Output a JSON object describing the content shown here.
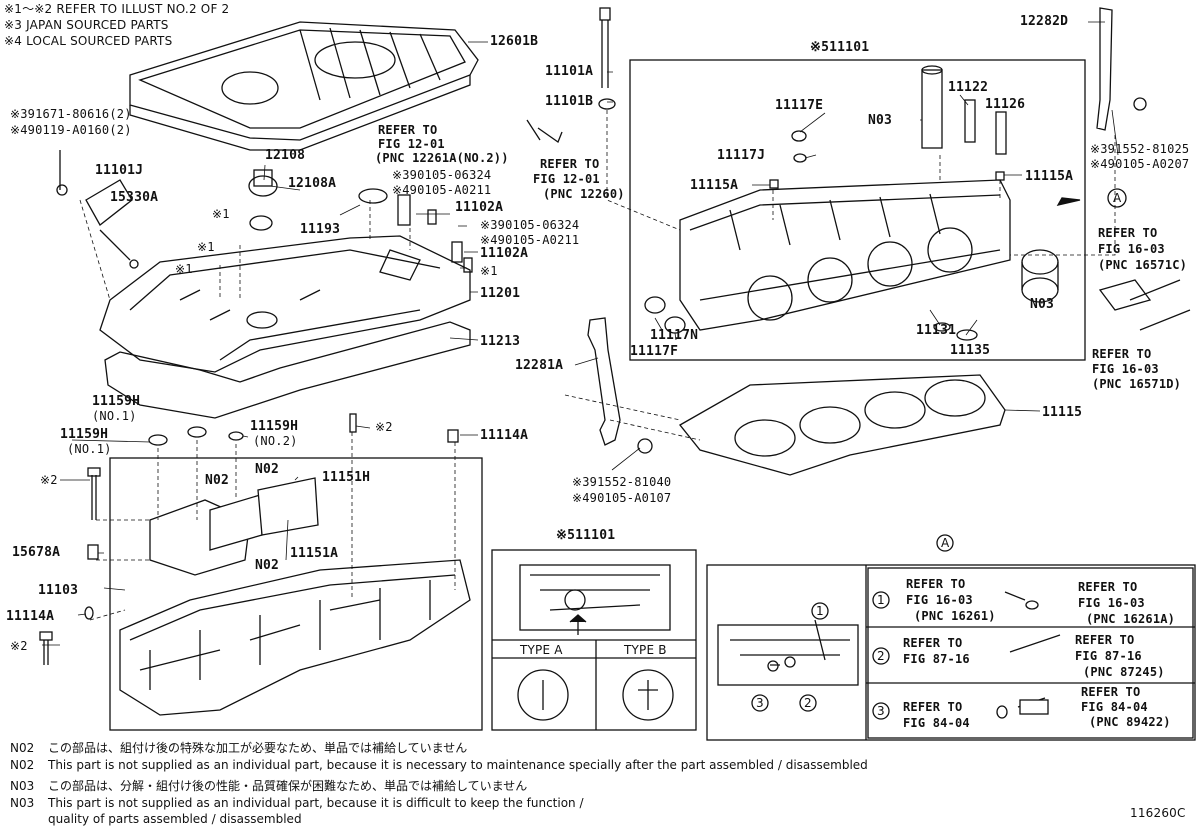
{
  "header_notes": [
    "※1～※2  REFER TO ILLUST NO.2 OF 2",
    "※3 JAPAN SOURCED PARTS",
    "※4 LOCAL SOURCED PARTS"
  ],
  "labels": {
    "p12601B": "12601B",
    "p11101A_bolt": "11101A",
    "p11101B": "11101B",
    "p12282D": "12282D",
    "p11101_main": "※511101",
    "p11117E": "11117E",
    "p11122": "11122",
    "p11126": "11126",
    "pN03_top": "N03",
    "p11117J": "11117J",
    "p11115A_l": "11115A",
    "p11115A_r": "11115A",
    "ref_391552_a": "※391552-81025",
    "ref_490105_a": "※490105-A0207",
    "ref_391671": "※391671-80616(2)",
    "ref_490119": "※490119-A0160(2)",
    "p12108": "12108",
    "p12108A": "12108A",
    "p11101J": "11101J",
    "p15330A": "15330A",
    "ref_390105_1": "※390105-06324",
    "ref_490105_1": "※490105-A0211",
    "p11102A_a": "11102A",
    "ref_390105_2": "※390105-06324",
    "ref_490105_2": "※490105-A0211",
    "p11193": "11193",
    "x1_a": "※1",
    "x1_b": "※1",
    "x1_c": "※1",
    "x1_d": "※1",
    "p11102A_b": "11102A",
    "p11201": "11201",
    "p11213": "11213",
    "p11117N": "11117N",
    "p11117F": "11117F",
    "pN03_mid": "N03",
    "p11131": "11131",
    "p11135": "11135",
    "p12281A": "12281A",
    "p11115": "11115",
    "ref_391552_b": "※391552-81040",
    "ref_490105_b": "※490105-A0107",
    "p11159H_no1_a": "11159H",
    "no1_a": "(NO.1)",
    "p11159H_no1_b": "11159H",
    "no1_b": "(NO.1)",
    "p11159H_no2": "11159H",
    "no2": "(NO.2)",
    "x2_a": "※2",
    "p11114A_a": "11114A",
    "pN02_a": "N02",
    "pN02_b": "N02",
    "pN02_c": "N02",
    "x2_b": "※2",
    "p11151H": "11151H",
    "p15678A": "15678A",
    "p11151A": "11151A",
    "p11103": "11103",
    "p11114A_b": "11114A",
    "x2_c": "※2",
    "inset_title": "※511101",
    "type_a": "TYPE A",
    "type_b": "TYPE B",
    "callout_A_label": "A",
    "callout_A_arrow": "A",
    "circle1": "1",
    "circle2": "2",
    "circle3": "3",
    "c_1": "1",
    "c_2": "2",
    "c_3": "3",
    "footer_code": "116260C"
  },
  "refer_notes": {
    "fig1201_a": [
      "REFER TO",
      "FIG 12-01",
      "(PNC 12261A(NO.2))"
    ],
    "fig1201_b": [
      "REFER TO",
      "FIG 12-01",
      "(PNC 12260)"
    ],
    "fig1603_a": [
      "REFER TO",
      "FIG 16-03",
      "(PNC 16571C)"
    ],
    "fig1603_b": [
      "REFER TO",
      "FIG 16-03",
      "(PNC 16571D)"
    ],
    "r1_left": [
      "REFER TO",
      "FIG 16-03",
      "(PNC 16261)"
    ],
    "r1_right": [
      "REFER TO",
      "FIG 16-03",
      "(PNC 16261A)"
    ],
    "r2_left": [
      "REFER TO",
      "FIG 87-16"
    ],
    "r2_right": [
      "REFER TO",
      "FIG 87-16",
      "(PNC 87245)"
    ],
    "r3_left": [
      "REFER TO",
      "FIG 84-04"
    ],
    "r3_right": [
      "REFER TO",
      "FIG 84-04",
      "(PNC 89422)"
    ]
  },
  "footnotes": [
    {
      "code": "N02",
      "text": "この部品は、組付け後の特殊な加工が必要なため、単品では補給していません"
    },
    {
      "code": "N02",
      "text": "This part is not supplied as an individual part, because it is necessary to maintenance specially after the part assembled / disassembled"
    },
    {
      "code": "N03",
      "text": "この部品は、分解・組付け後の性能・品質確保が困難なため、単品では補給していません"
    },
    {
      "code": "N03",
      "text": "This part is not supplied as an individual part, because it is difficult to keep the function /"
    },
    {
      "code": "",
      "text": "quality of parts  assembled / disassembled"
    }
  ]
}
